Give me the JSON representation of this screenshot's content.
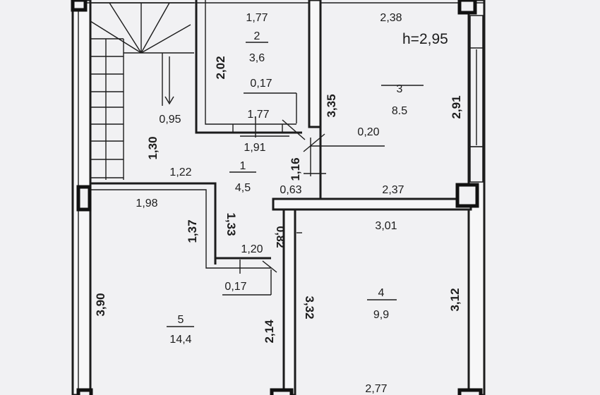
{
  "plan": {
    "ceiling_height": "h=2,95",
    "rooms": [
      {
        "id": "1",
        "number": "1",
        "area": "4,5"
      },
      {
        "id": "2",
        "number": "2",
        "area": "3,6"
      },
      {
        "id": "3",
        "number": "3",
        "area": "8.5"
      },
      {
        "id": "4",
        "number": "4",
        "area": "9,9"
      },
      {
        "id": "5",
        "number": "5",
        "area": "14,4"
      }
    ],
    "dimensions": [
      "1,77",
      "2,02",
      "0,17",
      "1,77",
      "2,38",
      "3,35",
      "2,91",
      "0,95",
      "1,30",
      "1,91",
      "0,20",
      "1,16",
      "0,63",
      "2,37",
      "1,22",
      "1,98",
      "1,37",
      "1,33",
      "0,82",
      "3,01",
      "1,20",
      "0,17",
      "3,90",
      "3,32",
      "3,12",
      "2,14",
      "2,77"
    ]
  }
}
